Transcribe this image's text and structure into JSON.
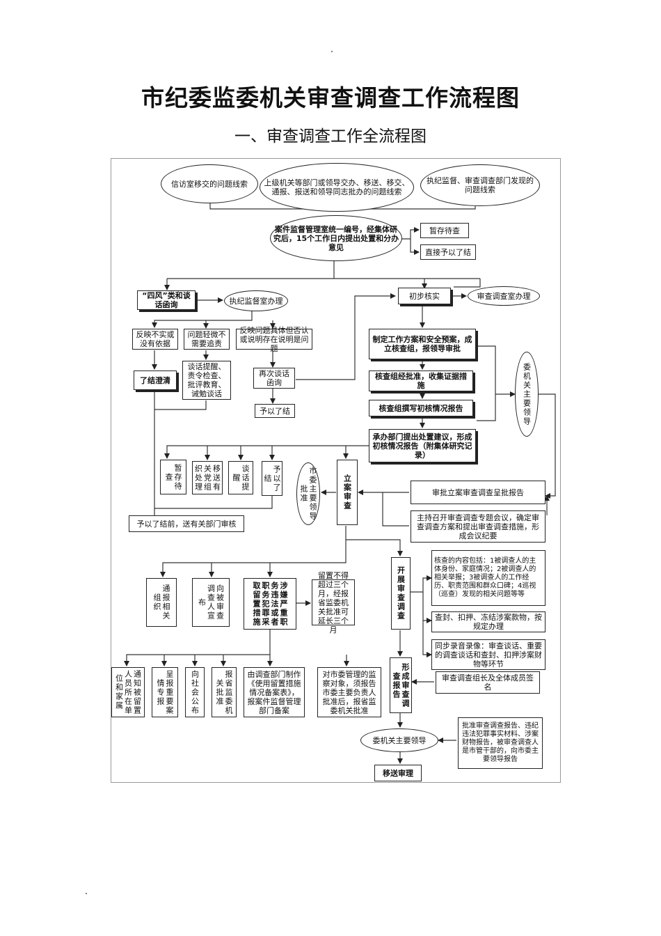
{
  "header": {
    "title": "市纪委监委机关审查调查工作流程图",
    "subtitle": "一、审查调查工作全流程图"
  },
  "nodes": {
    "xinfang": "信访室移交的问题线索",
    "shangji": "上级机关等部门或领导交办、移送、移交、通报、报送和领导同志批办的问题线索",
    "zhiji": "执纪监督、审查调查部门发现的问题线索",
    "anjian": "案件监督管理室统一编号，经集体研究后，15个工作日内提出处置和分办意见",
    "zancun_top": "暂存待查",
    "zhijie": "直接予以了结",
    "sifeng": "“四风”类和谈话函询",
    "zhijijiandu": "执纪监督室办理",
    "chubu": "初步核实",
    "shenchaban": "审查调查室办理",
    "fanying_bushi": "反映不实或没有依据",
    "wenti_qingwei": "问题轻微不需要追责",
    "fanying_juti": "反映问题具体但否认或说明存在说明是问题",
    "tanhua_group": "谈话提醒、责令检查、批评教育、诫勉谈话",
    "liaojie": "了结澄清",
    "zaici": "再次谈话函询",
    "yiyi_liaojie": "予以了结",
    "zhiding": "制定工作方案和安全预案，成立核查组，报领导审批",
    "hecha_pizhun": "核查组经批准，收集证据措施",
    "hecha_zhuanxie": "核查组撰写初核情况报告",
    "chengban": "承办部门提出处置建议，形成初核情况报告（附集体研究记录）",
    "weiji_lingdao": "委机关主要领导",
    "zancun": "暂存待查",
    "yisong_youguan": "移送有关党组织处理",
    "tanhua_tixing": "谈话提醒",
    "yiyi_jie": "予以了结",
    "shiwei_pizhun": "市委主要领导批准",
    "lian_shencha": "立案审查",
    "shenpi_baogao": "审批立案审查调查呈批报告",
    "liaojie_hou": "予以了结前，送有关部门审核",
    "zhuchi": "主持召开审查调查专题会议，确定审查调查方案和提出审查调查措施，形成会议纪要",
    "kaizhan": "开展审查调查",
    "hecha_neirong": "核查的内容包括：1被调查人的主体身份、家庭情况；2被调查人的相关举报；3被调查人的工作经历、职责范围和群众口碑；4巡视（巡查）发现的相关问题等等",
    "tongbao": "通报相关组织",
    "xiang_shencha": "向被审查调查人宣布",
    "shexian": "涉嫌严重职务违法或者职务犯罪采取留置措施",
    "liuzhi": "留置不得超过三个月，经报省监委机关批准可延长三个月",
    "chafeng": "查封、扣押、冻结涉案款物，按规定办理",
    "tongbu": "同步录音录像：审查谈话、重要的调查谈话和查封、扣押涉案财物等环节",
    "tongzhi": "通知被留置人员所在单位和家属",
    "chengbao_zhongyao": "呈报重要案情专报",
    "xiang_shehui": "向社会公布",
    "baosheng": "报省监委机关批准",
    "you_diaocha": "由调查部门制作《使用留置措施情况备案表》，报案件监督管理部门备案",
    "dui_shiwei": "对市委管理的监察对象，须报告市委主要负责人批准后，报省监委机关批准",
    "xingcheng": "形成审查调查报告",
    "shencha_zuzhang": "审查调查组长及全体成员签名",
    "weiji_zhuyao": "委机关主要领导",
    "pizhun_baogao": "批准审查调查报告、违纪违法犯罪事实材料、涉案财物报告，被审查调查人是市管干部的，向市委主要领导报告",
    "yisong_shenli": "移送审理"
  }
}
